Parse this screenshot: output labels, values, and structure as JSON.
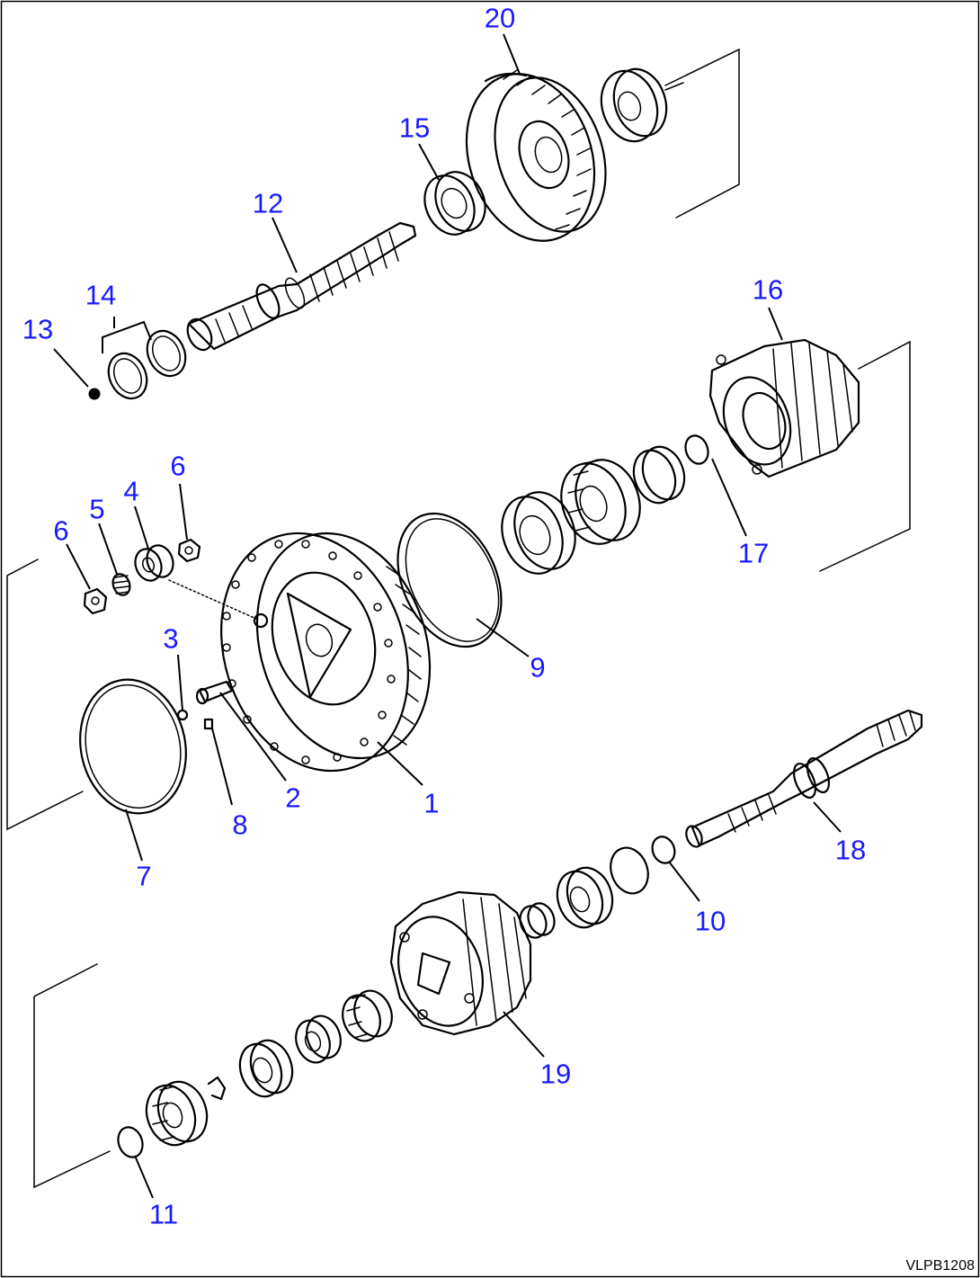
{
  "diagram": {
    "drawing_code": "VLPB1208",
    "colors": {
      "callout": "#1a1aff",
      "ink": "#000000",
      "background": "#ffffff"
    },
    "callouts": [
      {
        "id": "c1",
        "text": "1"
      },
      {
        "id": "c2",
        "text": "2"
      },
      {
        "id": "c3",
        "text": "3"
      },
      {
        "id": "c4",
        "text": "4"
      },
      {
        "id": "c5",
        "text": "5"
      },
      {
        "id": "c6a",
        "text": "6"
      },
      {
        "id": "c6b",
        "text": "6"
      },
      {
        "id": "c7",
        "text": "7"
      },
      {
        "id": "c8",
        "text": "8"
      },
      {
        "id": "c9",
        "text": "9"
      },
      {
        "id": "c10",
        "text": "10"
      },
      {
        "id": "c11",
        "text": "11"
      },
      {
        "id": "c12",
        "text": "12"
      },
      {
        "id": "c13",
        "text": "13"
      },
      {
        "id": "c14",
        "text": "14"
      },
      {
        "id": "c15",
        "text": "15"
      },
      {
        "id": "c16",
        "text": "16"
      },
      {
        "id": "c17",
        "text": "17"
      },
      {
        "id": "c18",
        "text": "18"
      },
      {
        "id": "c19",
        "text": "19"
      },
      {
        "id": "c20",
        "text": "20"
      }
    ]
  }
}
